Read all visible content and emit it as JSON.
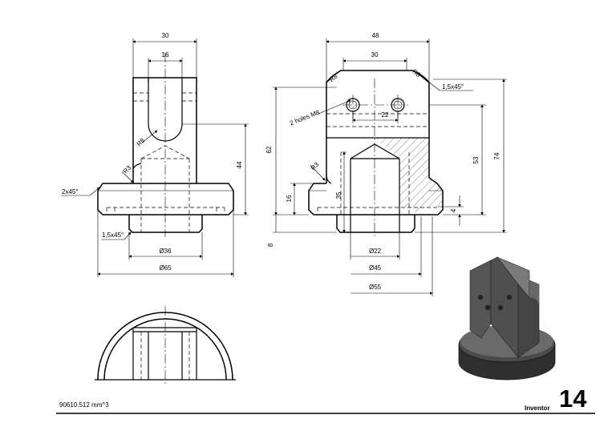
{
  "dims": {
    "d30_left": "30",
    "d16_left": "16",
    "r8_left": "R8",
    "r3_left": "R3",
    "d44": "44",
    "c2x45": "2x45°",
    "c15x45_left": "1,5x45°",
    "dia36": "Ø36",
    "dia65": "Ø65",
    "d48": "48",
    "d30_right": "30",
    "r8_r1": "R8",
    "r8_r2": "R8",
    "c15x45_right": "1,5x45°",
    "holes": "2 holes M8",
    "d22": "22",
    "d62": "62",
    "d53": "53",
    "d74": "74",
    "r3_right": "R3",
    "d16_right": "16",
    "d35": "35",
    "d4": "4",
    "d8": "8",
    "dia22": "Ø22",
    "dia45": "Ø45",
    "dia55": "Ø55"
  },
  "footer": {
    "volume": "90610.512 mm^3",
    "brand": "Inventor",
    "number": "14"
  },
  "colors": {
    "ink": "#000000",
    "paper": "#ffffff",
    "render_dark": "#3a3a3a",
    "render_mid": "#5a5a5a",
    "render_light": "#7a7a7a"
  }
}
